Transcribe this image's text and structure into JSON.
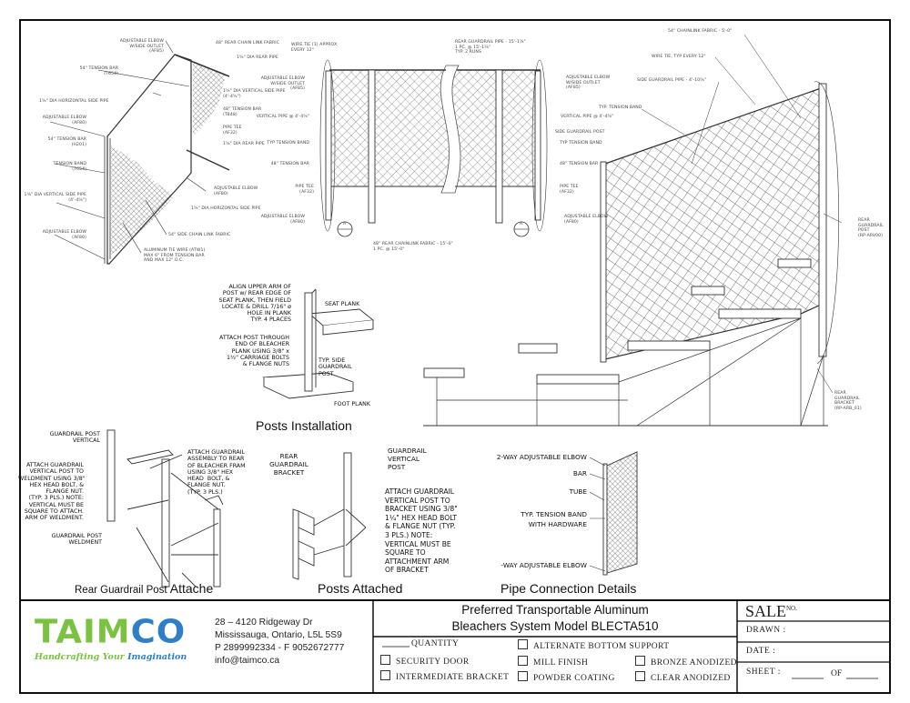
{
  "drawing1": {
    "labels": [
      "ADJUSTABLE ELBOW\nW/SIDE OUTLET\n(AF85)",
      "48\" REAR CHAIN LINK FABRIC",
      "1⅝\" DIA REAR PIPE",
      "54\" TENSION BAR\n(T654)",
      "1⅝\" DIA HORIZONTAL SIDE PIPE",
      "ADJUSTABLE ELBOW\n(AF80)",
      "54\" TENSION BAR\n(H201)",
      "TENSION BAND\n(T654)",
      "1⅝\" DIA VERTICAL SIDE PIPE\n(4'-4⅝\")",
      "ADJUSTABLE ELBOW\n(AF80)",
      "1⅝\" DIA VERTICAL SIDE PIPE\n(4'-4⅝\")",
      "48\" TENSION BAR\n(T848)",
      "PIPE TEE\n(AF32)",
      "1⅝\" DIA REAR PIPE",
      "ADJUSTABLE ELBOW\n(AF80)",
      "1⅝\" DIA HORIZONTAL SIDE PIPE",
      "54\" SIDE CHAIN LINK FABRIC",
      "ALUMINUM TIE WIRE (ATW1)\nMAX 6\" FROM TENSION BAR\nAND MAX 12\" O.C."
    ]
  },
  "drawing2": {
    "labels": [
      "WIRE TIE (1) APPROX\nEVERY 12\"",
      "REAR GUARDRAIL PIPE - 15'-1⅝\"\n1 PC. @ 15'-1⅝\"\nTYP. 2 RUNS",
      "ADJUSTABLE ELBOW\nW/SIDE OUTLET\n(AF85)",
      "VERTICAL PIPE @ 4'-4⅝\"",
      "TYP TENSION BAND",
      "48\" TENSION BAR",
      "PIPE TEE\n(AF32)",
      "ADJUSTABLE ELBOW\n(AF80)",
      "ADJUSTABLE ELBOW\nW/SIDE OUTLET\n(AF85)",
      "VERTICAL PIPE @ 4'-4⅝\"",
      "SIDE GUARDRAIL POST",
      "TYP TENSION BAND",
      "48\" TENSION BAR",
      "PIPE TEE\n(AF32)",
      "ADJUSTABLE ELBOW\n(AF80)",
      "48\" REAR CHAINLINK FABRIC - 15'-0\"\n1 PC. @ 15'-0\""
    ],
    "section_mark": "A"
  },
  "drawing3": {
    "labels": [
      "54\" CHAINLINK FABRIC - 5'-0\"",
      "WIRE TIE, TYP EVERY 12\"",
      "SIDE GUARDRAIL PIPE - 4'-10⅝\"",
      "TYP. TENSION BAND",
      "REAR\nGUARDRAIL\nPOST\n(RP-ARV00)",
      "REAR\nGUARDRAIL\nBRACKET\n(RP-ARB_01)"
    ]
  },
  "posts_installation": {
    "caption": "Posts Installation",
    "notes": [
      "ALIGN UPPER ARM OF\nPOST w/ REAR EDGE OF\nSEAT PLANK, THEN FIELD\nLOCATE & DRILL 7/16\" ø\nHOLE IN PLANK\nTYP. 4 PLACES",
      "SEAT PLANK",
      "ATTACH POST THROUGH\nEND OF BLEACHER\nPLANK USING 3/8\" x\n1½\" CARRIAGE BOLTS\n& FLANGE NUTS",
      "TYP. SIDE\nGUARDRAIL\nPOST",
      "FOOT PLANK"
    ]
  },
  "rear_guardrail_post": {
    "caption_a": "Rear Guardrail Post",
    "caption_b": "Attache",
    "notes": [
      "GUARDRAIL POST\nVERTICAL",
      "ATTACH GUARDRAIL\nVERTICAL POST TO\nWELDMENT USING 3/8\"\nHEX HEAD BOLT, &\nFLANGE NUT.\n(TYP. 3 PLS.) NOTE:\nVERTICAL MUST BE\nSQUARE TO ATTACH.\nARM OF WELDMENT.",
      "ATTACH GUARDRAIL\nASSEMBLY TO REAR\nOF BLEACHER FRAM\nUSING 3/8\" HEX\nHEAD  BOLT, &\nFLANGE NUT.\n(TYP. 3 PLS.)",
      "GUARDRAIL POST\nWELDMENT"
    ]
  },
  "posts_attached": {
    "caption": "Posts Attached",
    "notes": [
      "REAR\nGUARDRAIL\nBRACKET",
      "GUARDRAIL\nVERTICAL\nPOST",
      "ATTACH GUARDRAIL\nVERTICAL POST TO\nBRACKET USING 3/8\"\n1¼\" HEX HEAD BOLT\n& FLANGE NUT (TYP.\n3 PLS.) NOTE:\nVERTICAL MUST BE\nSQUARE TO\nATTACHMENT ARM\nOF BRACKET"
    ]
  },
  "pipe_connection": {
    "caption": "Pipe Connection Details",
    "notes": [
      "2-WAY ADJUSTABLE ELBOW",
      "BAR",
      "TUBE",
      "TYP. TENSION BAND\nWITH HARDWARE",
      "-WAY ADJUSTABLE ELBOW"
    ]
  },
  "title_block": {
    "logo": {
      "part1": "TAIM",
      "part2": "CO",
      "tagline_a": "Handcrafting Your",
      "tagline_b": "Imagination",
      "green": "#7cc242",
      "blue": "#2f7fc8"
    },
    "address": [
      "28 – 4120 Ridgeway Dr",
      "Mississauga, Ontario, L5L 5S9",
      "P 2899992334 - F 9052672777",
      "info@taimco.ca"
    ],
    "title_line1": "Preferred Transportable Aluminum",
    "title_line2": "Bleachers System Model BLECTA510",
    "quantity_label": "QUANTITY",
    "options": [
      {
        "label": "SECURITY DOOR",
        "checked": false
      },
      {
        "label": "INTERMEDIATE BRACKET",
        "checked": false
      },
      {
        "label": "ALTERNATE BOTTOM SUPPORT",
        "checked": false
      },
      {
        "label": "MILL FINISH",
        "checked": false
      },
      {
        "label": "POWDER COATING",
        "checked": false
      },
      {
        "label": "BRONZE ANODIZED",
        "checked": false
      },
      {
        "label": "CLEAR ANODIZED",
        "checked": false
      }
    ],
    "sale_label": "SALE",
    "sale_no": "NO.",
    "drawn_label": "DRAWN :",
    "date_label": "DATE :",
    "sheet_label": "SHEET :",
    "of_label": "OF"
  }
}
